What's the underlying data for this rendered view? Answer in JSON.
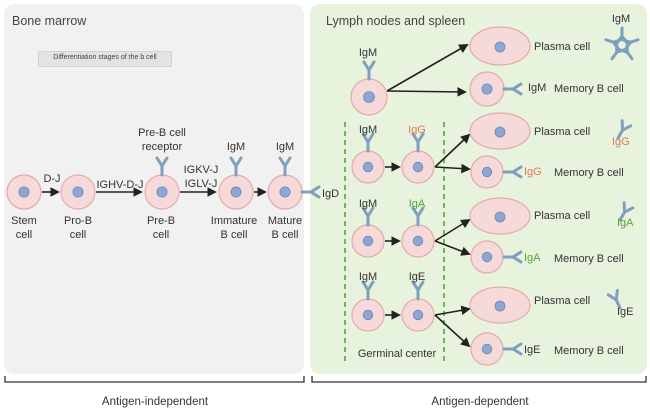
{
  "panels": {
    "bone_marrow": {
      "title": "Bone marrow"
    },
    "lymph": {
      "title": "Lymph nodes and spleen"
    }
  },
  "caption": "Differentiation stages of the b cell",
  "bone_marrow_stages": {
    "stem": "Stem\ncell",
    "pro_b": "Pro-B\ncell",
    "pre_b": "Pre-B\ncell",
    "immature": "Immature\nB cell",
    "mature": "Mature\nB cell",
    "pre_b_receptor": "Pre-B cell\nreceptor",
    "step1": "D-J",
    "step2": "IGHV-D-J",
    "step3": "IGKV-J\nIGLV-J",
    "igm_immature": "IgM",
    "igm_mature": "IgM",
    "igd": "IgD"
  },
  "lymph": {
    "top_igm": "IgM",
    "plasma_cell": "Plasma cell",
    "memory_b_cell": "Memory B cell",
    "igm_top_right": "IgM",
    "igm_memory": "IgM",
    "row_igm_1": "IgM",
    "row_igm_2": "IgM",
    "row_igm_3": "IgM",
    "igg": "IgG",
    "iga": "IgA",
    "ige": "IgE",
    "igg_plasma": "IgG",
    "igg_memory": "IgG",
    "iga_plasma": "IgA",
    "iga_memory": "IgA",
    "ige_plasma": "IgE",
    "ige_memory": "IgE",
    "germinal_center": "Germinal center"
  },
  "footer": {
    "left": "Antigen-independent",
    "right": "Antigen-dependent"
  },
  "colors": {
    "bone_bg": "#f1f1f1",
    "lymph_bg": "#e7f3dc",
    "cell_fill": "#f6d9d9",
    "cell_stroke": "#e6a9a9",
    "nucleus": "#8ea6d1",
    "antibody": "#7f9fbf",
    "igg": "#e0775f",
    "iga": "#5aa53b",
    "dashed": "#4e9f35"
  },
  "icons": [
    "antibody-icon",
    "igm-pentamer-icon",
    "arrow-icon",
    "bracket-icon"
  ]
}
